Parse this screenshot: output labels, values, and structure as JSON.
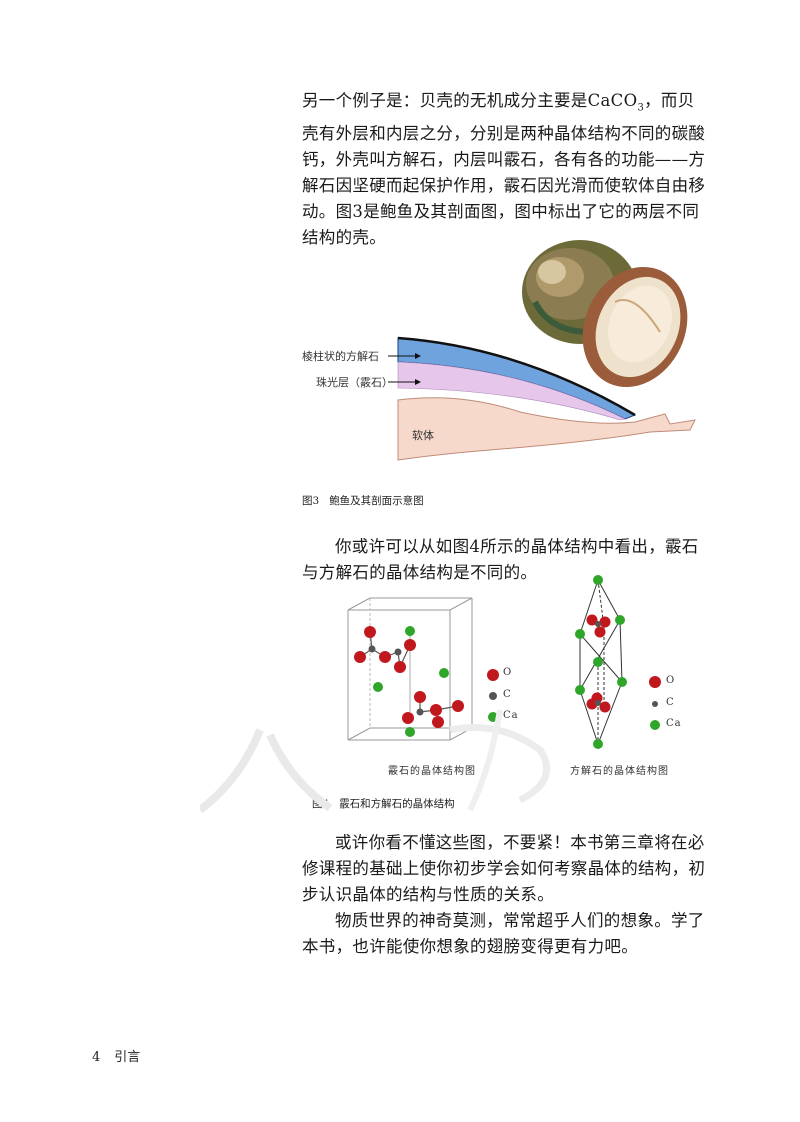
{
  "paragraph1": {
    "before_formula": "另一个例子是：贝壳的无机成分主要是",
    "formula_main": "CaCO",
    "formula_sub": "3",
    "after_formula": "，而贝壳有外层和内层之分，分别是两种晶体结构不同的碳酸钙，外壳叫方解石，内层叫霰石，各有各的功能——方解石因坚硬而起保护作用，霰石因光滑而使软体自由移动。图3是鲍鱼及其剖面图，图中标出了它的两层不同结构的壳。"
  },
  "figure3": {
    "label_prism": "棱柱状的方解石",
    "label_nacre": "珠光层（霰石）",
    "label_body": "软体",
    "caption_num": "图3",
    "caption_text": "鲍鱼及其剖面示意图"
  },
  "paragraph2": "你或许可以从如图4所示的晶体结构中看出，霰石与方解石的晶体结构是不同的。",
  "figure4": {
    "legend_o": "O",
    "legend_c": "C",
    "legend_ca": "Ca",
    "aragonite_label": "霰石的晶体结构图",
    "calcite_label": "方解石的晶体结构图",
    "caption_num": "图4",
    "caption_text": "霰石和方解石的晶体结构",
    "colors": {
      "oxygen": "#c0181c",
      "carbon": "#555555",
      "calcium": "#2fa52a"
    }
  },
  "paragraph3": "或许你看不懂这些图，不要紧！本书第三章将在必修课程的基础上使你初步学会如何考察晶体的结构，初步认识晶体的结构与性质的关系。",
  "paragraph4": "物质世界的神奇莫测，常常超乎人们的想象。学了本书，也许能使你想象的翅膀变得更有力吧。",
  "footer": {
    "page_number": "4",
    "section": "引言"
  }
}
